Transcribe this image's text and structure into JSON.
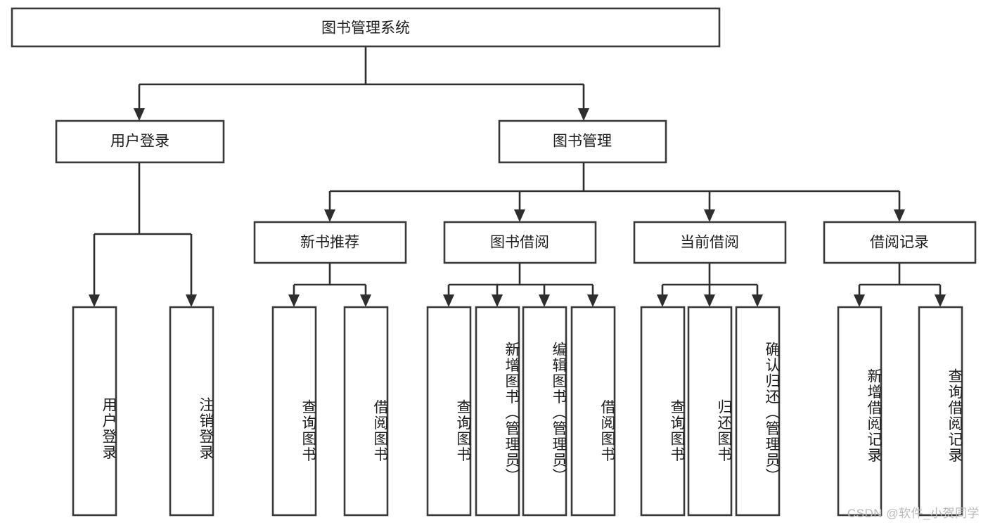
{
  "diagram": {
    "title": "图书管理系统",
    "type": "tree-hierarchy",
    "watermark": "CSDN @软件_小贺同学",
    "colors": {
      "background": "#ffffff",
      "box_stroke": "#3a3a3a",
      "connector": "#2e2e2e",
      "text": "#1d1d1d",
      "watermark": "#b9b9b9"
    },
    "root": {
      "label": "图书管理系统",
      "orientation": "horizontal"
    },
    "level2": [
      {
        "id": "user-login",
        "label": "用户登录",
        "orientation": "horizontal"
      },
      {
        "id": "book-manage",
        "label": "图书管理",
        "orientation": "horizontal"
      }
    ],
    "level3": [
      {
        "id": "new-book-recommend",
        "label": "新书推荐",
        "orientation": "horizontal",
        "parent": "book-manage"
      },
      {
        "id": "book-borrow",
        "label": "图书借阅",
        "orientation": "horizontal",
        "parent": "book-manage"
      },
      {
        "id": "current-borrow",
        "label": "当前借阅",
        "orientation": "horizontal",
        "parent": "book-manage"
      },
      {
        "id": "borrow-record",
        "label": "借阅记录",
        "orientation": "horizontal",
        "parent": "book-manage"
      }
    ],
    "leaves": [
      {
        "id": "leaf-user-login",
        "label": "用户登录",
        "orientation": "vertical",
        "parent": "user-login"
      },
      {
        "id": "leaf-user-logout",
        "label": "注销登录",
        "orientation": "vertical",
        "parent": "user-login"
      },
      {
        "id": "leaf-query-book-1",
        "label": "查询图书",
        "orientation": "vertical",
        "parent": "new-book-recommend"
      },
      {
        "id": "leaf-borrow-book-1",
        "label": "借阅图书",
        "orientation": "vertical",
        "parent": "new-book-recommend"
      },
      {
        "id": "leaf-query-book-2",
        "label": "查询图书",
        "orientation": "vertical",
        "parent": "book-borrow"
      },
      {
        "id": "leaf-add-book",
        "label": "新增图书（管理员）",
        "orientation": "vertical",
        "parent": "book-borrow"
      },
      {
        "id": "leaf-edit-book",
        "label": "编辑图书（管理员）",
        "orientation": "vertical",
        "parent": "book-borrow"
      },
      {
        "id": "leaf-borrow-book-2",
        "label": "借阅图书",
        "orientation": "vertical",
        "parent": "book-borrow"
      },
      {
        "id": "leaf-query-book-3",
        "label": "查询图书",
        "orientation": "vertical",
        "parent": "current-borrow"
      },
      {
        "id": "leaf-return-book",
        "label": "归还图书",
        "orientation": "vertical",
        "parent": "current-borrow"
      },
      {
        "id": "leaf-confirm-return",
        "label": "确认归还（管理员）",
        "orientation": "vertical",
        "parent": "current-borrow"
      },
      {
        "id": "leaf-add-record",
        "label": "新增借阅记录",
        "orientation": "vertical",
        "parent": "borrow-record"
      },
      {
        "id": "leaf-query-record",
        "label": "查询借阅记录",
        "orientation": "vertical",
        "parent": "borrow-record"
      }
    ]
  }
}
